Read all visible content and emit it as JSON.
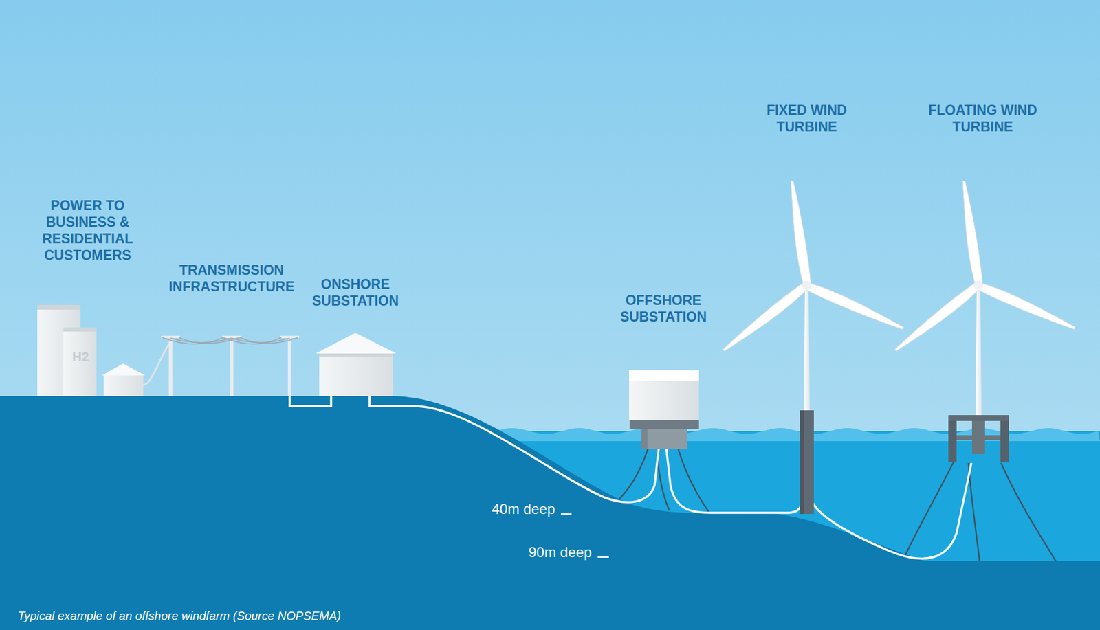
{
  "diagram": {
    "caption": "Typical example of an offshore windfarm (Source NOPSEMA)",
    "labels": [
      "POWER TO BUSINESS & RESIDENTIAL CUSTOMERS",
      "TRANSMISSION INFRASTRUCTURE",
      "ONSHORE SUBSTATION",
      "OFFSHORE SUBSTATION",
      "FIXED WIND TURBINE",
      "FLOATING WIND TURBINE",
      "H2",
      "40m deep",
      "90m deep"
    ]
  }
}
